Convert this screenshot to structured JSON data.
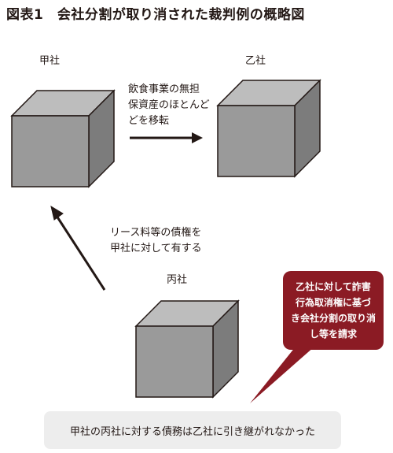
{
  "title": "図表1　会社分割が取り消された裁判例の概略図",
  "companies": {
    "a": "甲社",
    "b": "乙社",
    "c": "丙社"
  },
  "transfer_label": [
    "飲食事業の無担",
    "保資産のほとんど",
    "どを移転"
  ],
  "claim_label": [
    "リース料等の債権を",
    "甲社に対して有する"
  ],
  "callout": [
    "乙社に対して詐害",
    "行為取消権に基づ",
    "き会社分割の取り消",
    "し等を請求"
  ],
  "conclusion": "甲社の丙社に対する債務は乙社に引き継がれなかった",
  "colors": {
    "cube_front": "#9a9a9a",
    "cube_top": "#bdbdbd",
    "cube_side": "#7c7c7c",
    "callout": "#8b1b24",
    "bottom_box": "#ededed"
  }
}
